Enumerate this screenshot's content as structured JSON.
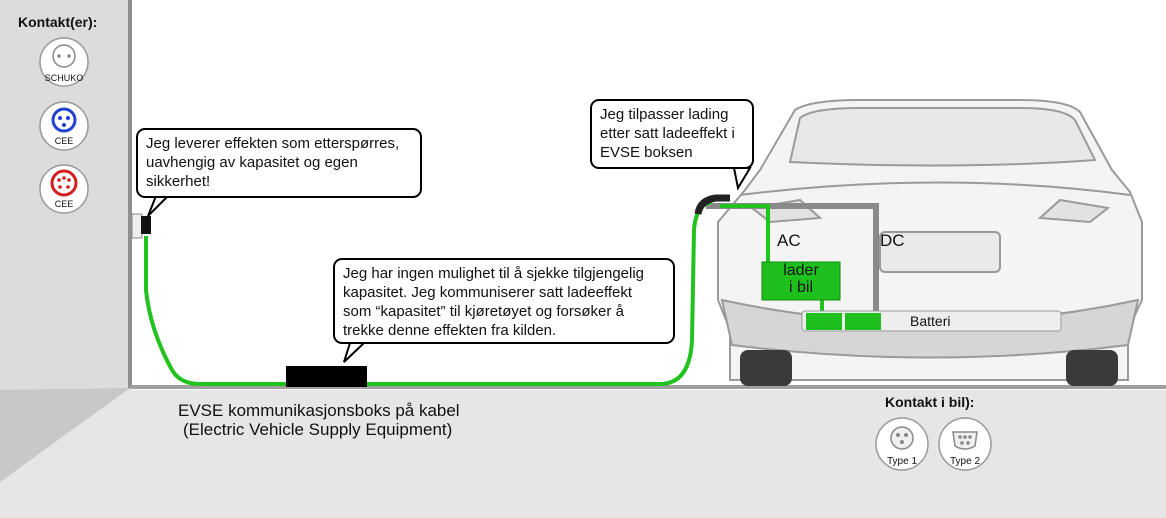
{
  "left_panel": {
    "title": "Kontakt(er):",
    "sockets": [
      {
        "label": "SCHUKO",
        "icon": "schuko-socket-icon",
        "color": "#777777"
      },
      {
        "label": "CEE",
        "icon": "cee-blue-socket-icon",
        "color": "#1f3fd0"
      },
      {
        "label": "CEE",
        "icon": "cee-red-socket-icon",
        "color": "#d01f1f"
      }
    ]
  },
  "bubbles": {
    "wall": "Jeg leverer effekten som etterspørres,\nuavhengig av kapasitet og egen\nsikkerhet!",
    "evse": "Jeg har ingen mulighet til å sjekke tilgjengelig\nkapasitet. Jeg kommuniserer satt ladeeffekt\nsom “kapasitet” til kjøretøyet og forsøker å\ntrekke denne effekten fra kilden.",
    "car": "Jeg tilpasser lading\netter satt ladeeffekt i\nEVSE boksen"
  },
  "evse_caption": {
    "line1": "EVSE kommunikasjonsboks på kabel",
    "line2": "(Electric Vehicle Supply Equipment)"
  },
  "car": {
    "ac_label": "AC",
    "dc_label": "DC",
    "charger_label": "lader\ni bil",
    "battery_label": "Batteri"
  },
  "car_connectors": {
    "title": "Kontakt i bil):",
    "items": [
      {
        "label": "Type 1",
        "icon": "type1-connector-icon"
      },
      {
        "label": "Type 2",
        "icon": "type2-connector-icon"
      }
    ]
  },
  "colors": {
    "cable": "#22c21f",
    "charger_fill": "#1ec01e",
    "dc_wire": "#8a8a8a",
    "panel_bg": "#e0e0e0",
    "floor": "#e6e6e6"
  }
}
